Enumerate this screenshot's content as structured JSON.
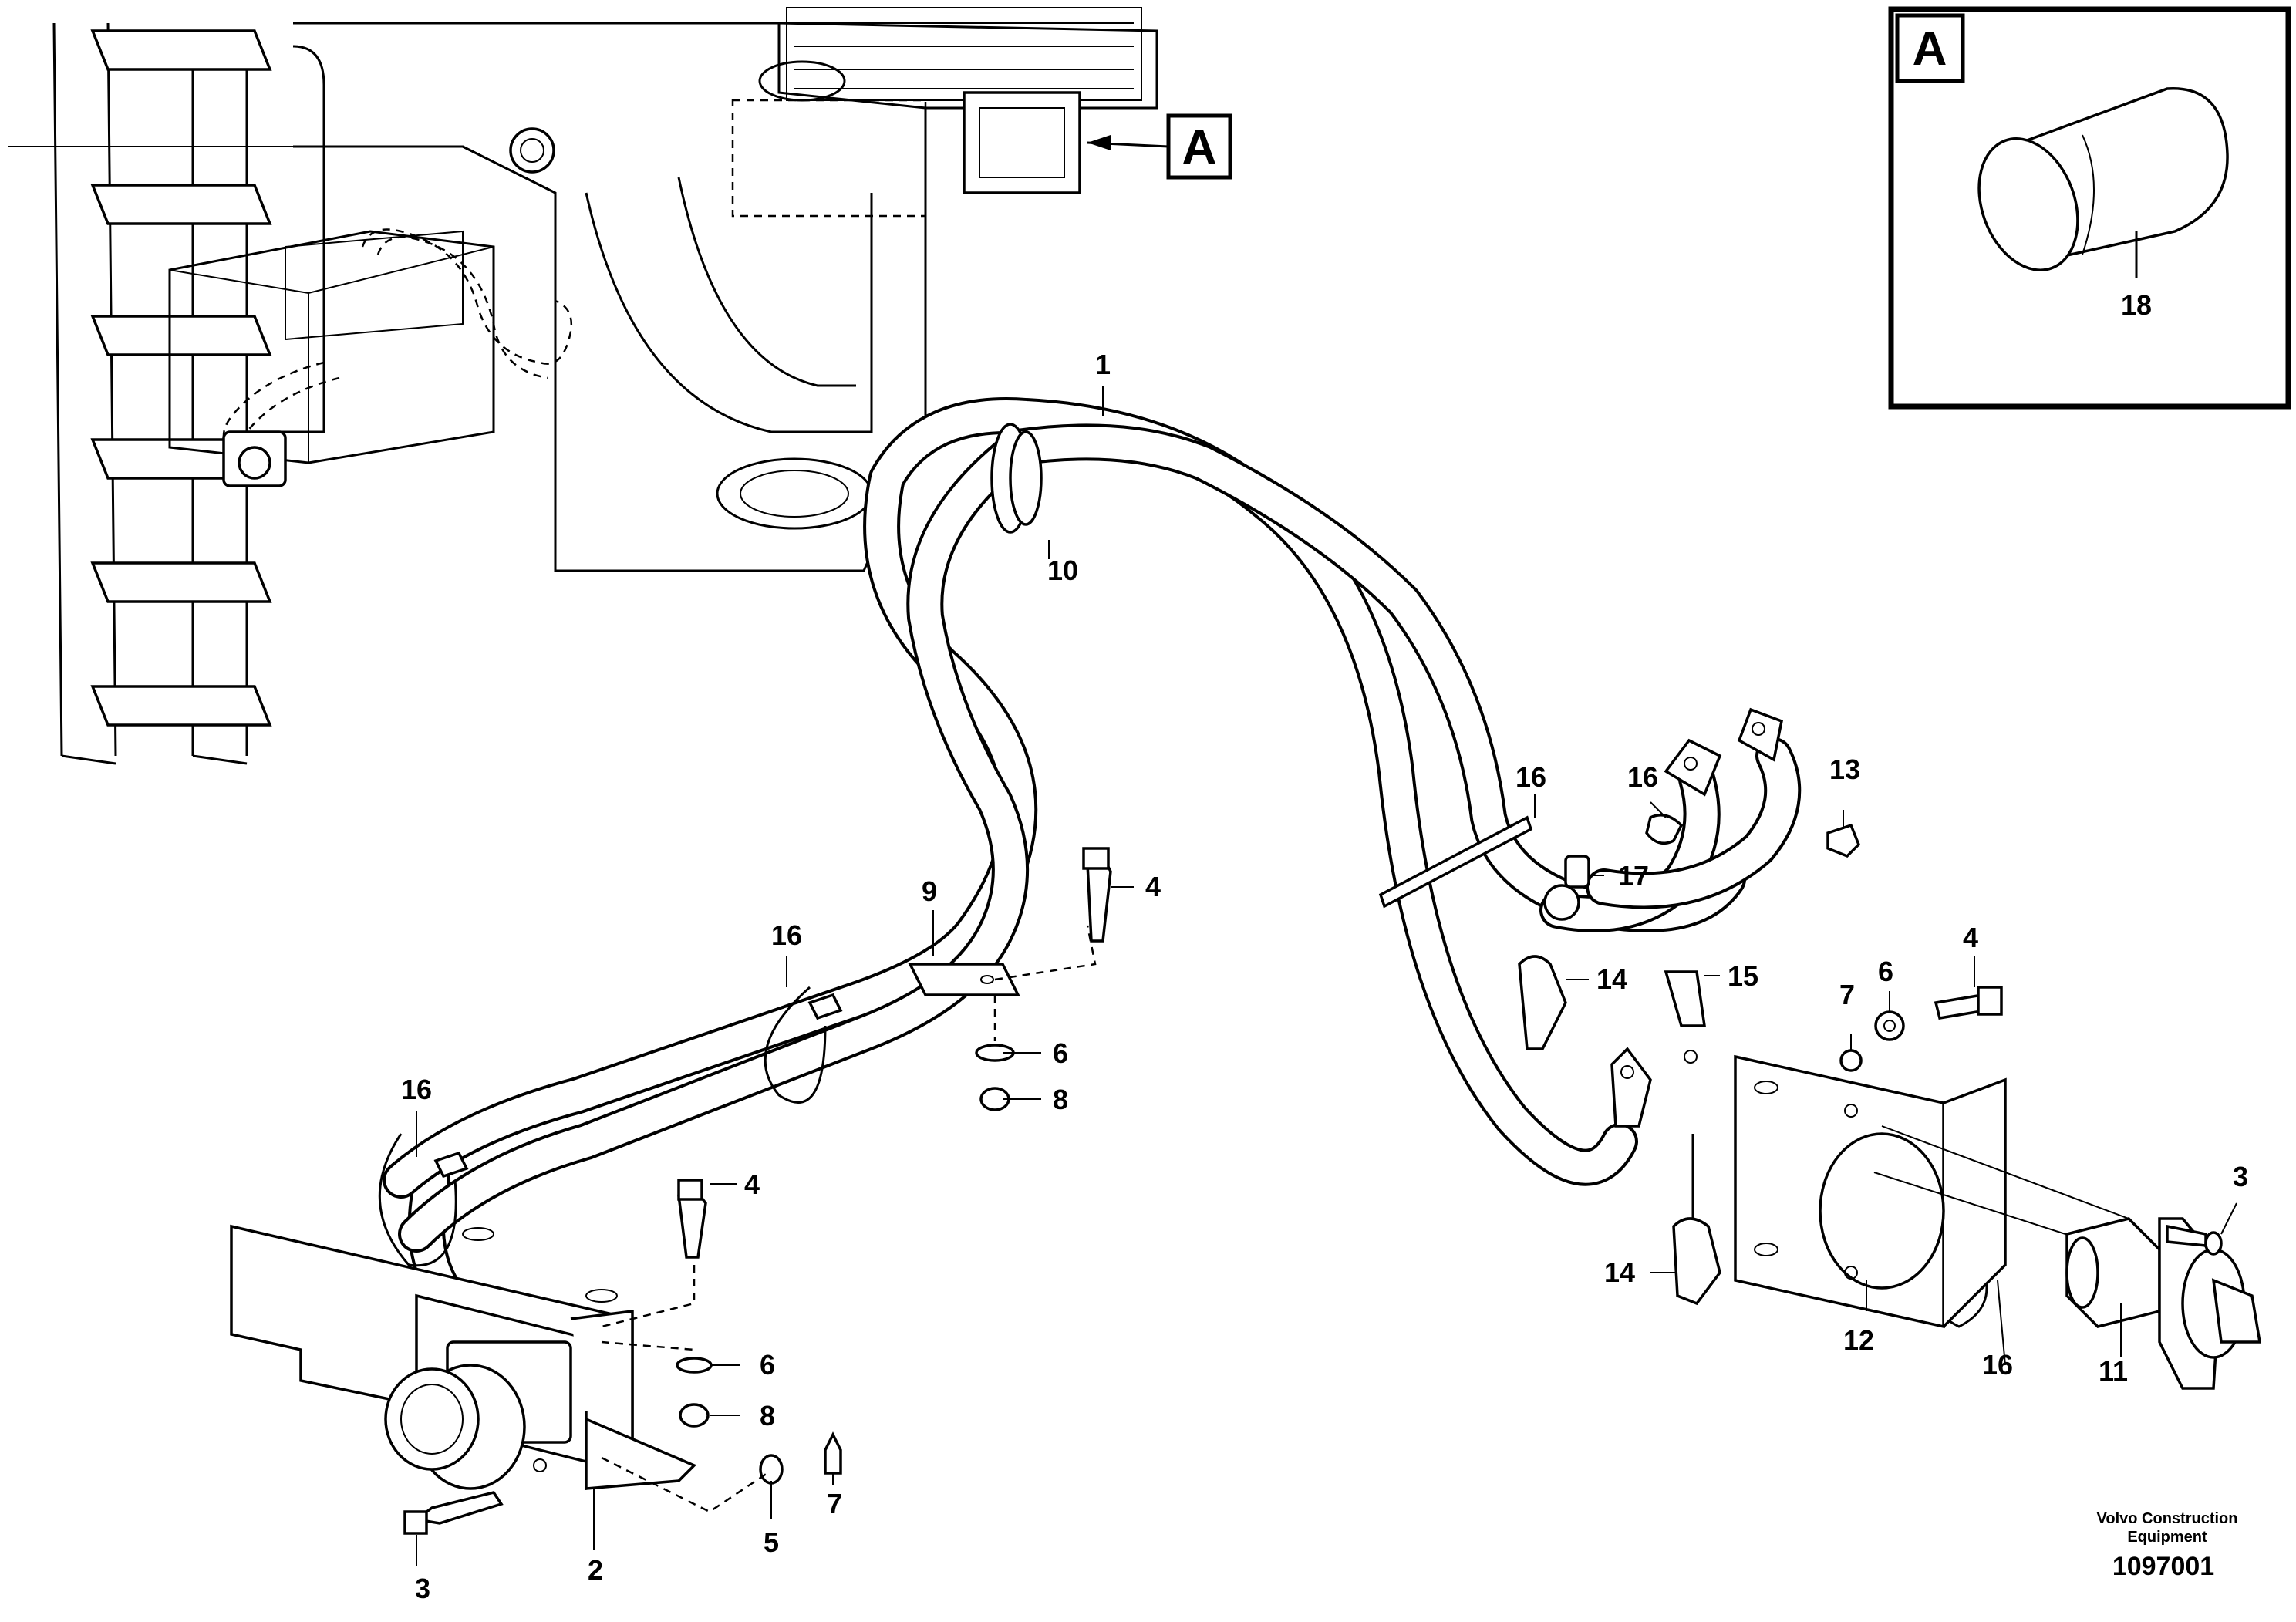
{
  "detail_box": {
    "letter": "A",
    "part": "18"
  },
  "view_marker": "A",
  "callouts": [
    {
      "id": "c1",
      "label": "1"
    },
    {
      "id": "c10",
      "label": "10"
    },
    {
      "id": "c9",
      "label": "9"
    },
    {
      "id": "c4a",
      "label": "4"
    },
    {
      "id": "c16a",
      "label": "16"
    },
    {
      "id": "c6a",
      "label": "6"
    },
    {
      "id": "c8a",
      "label": "8"
    },
    {
      "id": "c16b",
      "label": "16"
    },
    {
      "id": "c4b",
      "label": "4"
    },
    {
      "id": "c6b",
      "label": "6"
    },
    {
      "id": "c8b",
      "label": "8"
    },
    {
      "id": "c7a",
      "label": "7"
    },
    {
      "id": "c5",
      "label": "5"
    },
    {
      "id": "c3a",
      "label": "3"
    },
    {
      "id": "c2",
      "label": "2"
    },
    {
      "id": "c16c",
      "label": "16"
    },
    {
      "id": "c16d",
      "label": "16"
    },
    {
      "id": "c13",
      "label": "13"
    },
    {
      "id": "c17",
      "label": "17"
    },
    {
      "id": "c14a",
      "label": "14"
    },
    {
      "id": "c15",
      "label": "15"
    },
    {
      "id": "c4c",
      "label": "4"
    },
    {
      "id": "c6c",
      "label": "6"
    },
    {
      "id": "c7b",
      "label": "7"
    },
    {
      "id": "c3b",
      "label": "3"
    },
    {
      "id": "c14b",
      "label": "14"
    },
    {
      "id": "c12",
      "label": "12"
    },
    {
      "id": "c16e",
      "label": "16"
    },
    {
      "id": "c11",
      "label": "11"
    }
  ],
  "footer": {
    "brand_line1": "Volvo Construction",
    "brand_line2": "Equipment",
    "drawing_number": "1097001"
  }
}
